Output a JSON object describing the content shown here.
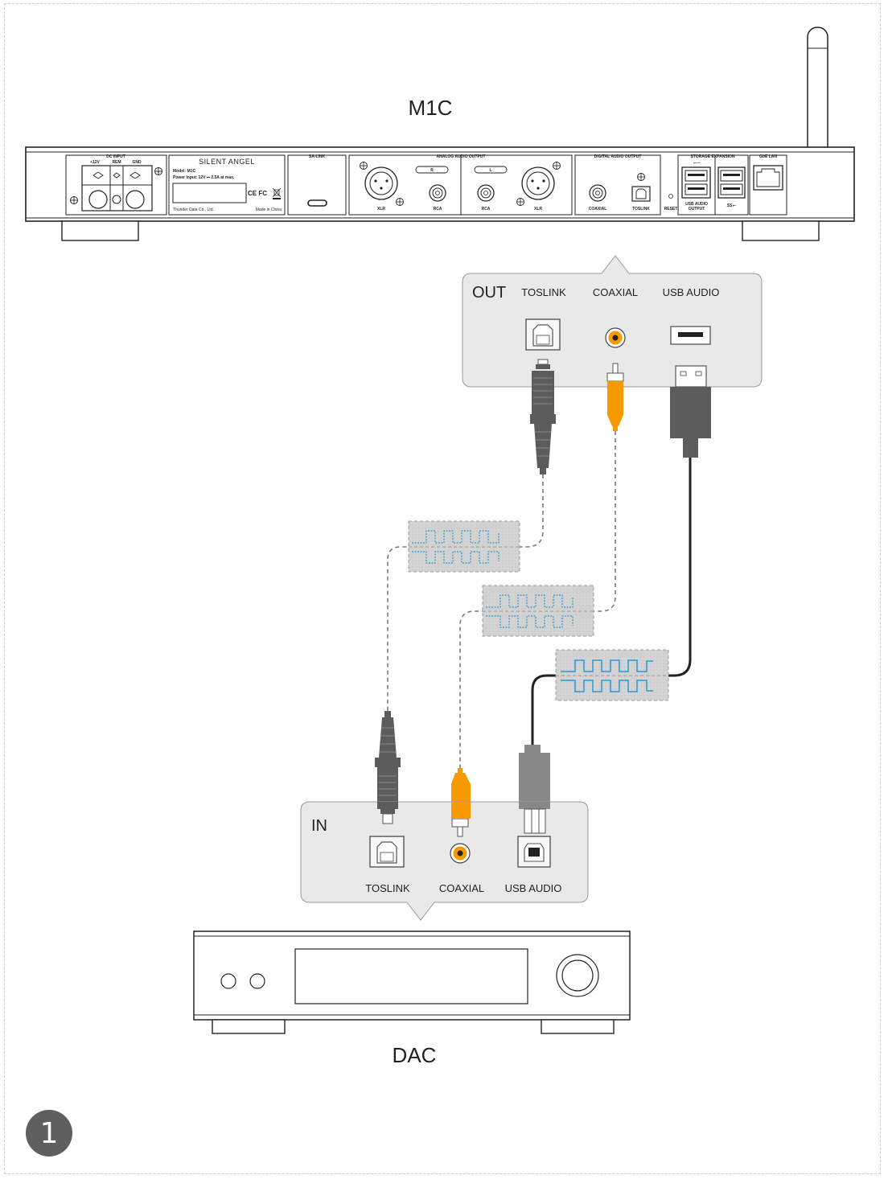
{
  "title_top": "M1C",
  "title_bottom": "DAC",
  "step_number": "1",
  "rear_panel": {
    "dc_input": "DC INPUT",
    "plus12v": "+12V",
    "rem": "REM",
    "gnd": "GND",
    "brand_logo": "SILENT ANGEL",
    "model": "Model: M1C",
    "power_input": "Power Input: 12V ⎓ 2.5A at max.",
    "cert_marks": "CE FC",
    "maker": "Thunder Data Co., Ltd.",
    "made_in": "Made in China",
    "sa_link": "SA-LINK",
    "analog_output": "ANALOG AUDIO OUTPUT",
    "xlr": "XLR",
    "rca": "RCA",
    "ch_r": "R",
    "ch_l": "L",
    "digital_output": "DIGITAL AUDIO OUTPUT",
    "coaxial": "COAXIAL",
    "toslink": "TOSLINK",
    "reset": "RESET",
    "storage_expansion": "STORAGE EXPANSION",
    "usb_audio_output_1": "USB AUDIO",
    "usb_audio_output_2": "OUTPUT",
    "gbe_lan": "GbE LAN"
  },
  "out_panel": {
    "label": "OUT",
    "ports": [
      "TOSLINK",
      "COAXIAL",
      "USB AUDIO"
    ]
  },
  "in_panel": {
    "label": "IN",
    "ports": [
      "TOSLINK",
      "COAXIAL",
      "USB AUDIO"
    ]
  },
  "colors": {
    "rca_orange": "#f79a00",
    "cable_dark": "#5c5c5c",
    "usb_gray": "#888888",
    "panel_fill": "#e9e9e9",
    "signal_blue": "#2b9ad6",
    "signal_box": "#d3d3d3"
  }
}
